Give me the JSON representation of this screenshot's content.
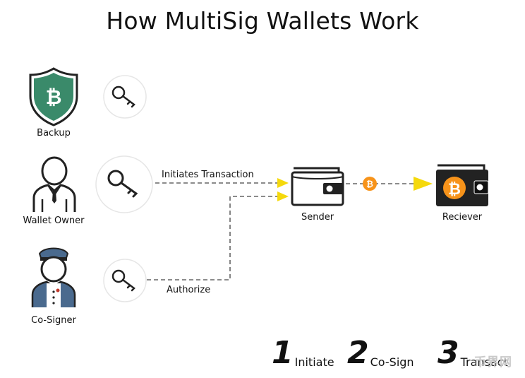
{
  "title": "How MultiSig Wallets Work",
  "roles": {
    "backup": "Backup",
    "owner": "Wallet Owner",
    "cosigner": "Co-Signer"
  },
  "flows": {
    "initiates": "Initiates Transaction",
    "authorize": "Authorize"
  },
  "wallets": {
    "sender": "Sender",
    "receiver": "Reciever"
  },
  "steps": [
    {
      "num": "1",
      "label": "Initiate"
    },
    {
      "num": "2",
      "label": "Co-Sign"
    },
    {
      "num": "3",
      "label": "Transact"
    }
  ],
  "watermark": "币界网",
  "colors": {
    "shield_green": "#3a8a6a",
    "bitcoin_orange": "#f7931a",
    "arrow_yellow": "#f5d90c",
    "cosigner_blue": "#4a6a8e",
    "dash_gray": "#666666"
  }
}
